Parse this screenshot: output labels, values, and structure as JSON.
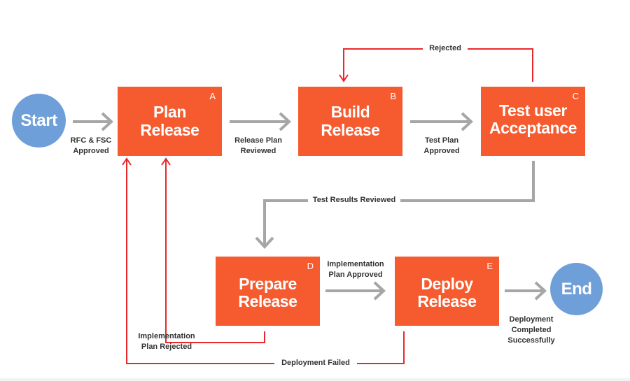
{
  "nodes": {
    "start": {
      "label": "Start"
    },
    "end": {
      "label": "End"
    },
    "a": {
      "letter": "A",
      "line1": "Plan",
      "line2": "Release"
    },
    "b": {
      "letter": "B",
      "line1": "Build",
      "line2": "Release"
    },
    "c": {
      "letter": "C",
      "line1": "Test user",
      "line2": "Acceptance"
    },
    "d": {
      "letter": "D",
      "line1": "Prepare",
      "line2": "Release"
    },
    "e": {
      "letter": "E",
      "line1": "Deploy",
      "line2": "Release"
    }
  },
  "edges": {
    "start_a": {
      "line1": "RFC & FSC",
      "line2": "Approved"
    },
    "a_b": {
      "line1": "Release Plan",
      "line2": "Reviewed"
    },
    "b_c": {
      "line1": "Test Plan",
      "line2": "Approved"
    },
    "c_b": {
      "label": "Rejected"
    },
    "c_d": {
      "label": "Test Results Reviewed"
    },
    "d_e": {
      "line1": "Implementation",
      "line2": "Plan Approved"
    },
    "e_end": {
      "line1": "Deployment",
      "line2": "Completed",
      "line3": "Successfully"
    },
    "d_a": {
      "line1": "Implementation",
      "line2": "Plan Rejected"
    },
    "e_a": {
      "label": "Deployment Failed"
    }
  },
  "colors": {
    "box": "#f55b2f",
    "circle": "#6f9fd9",
    "forward_arrow": "#a6a6a6",
    "reject_arrow": "#e8292c"
  }
}
